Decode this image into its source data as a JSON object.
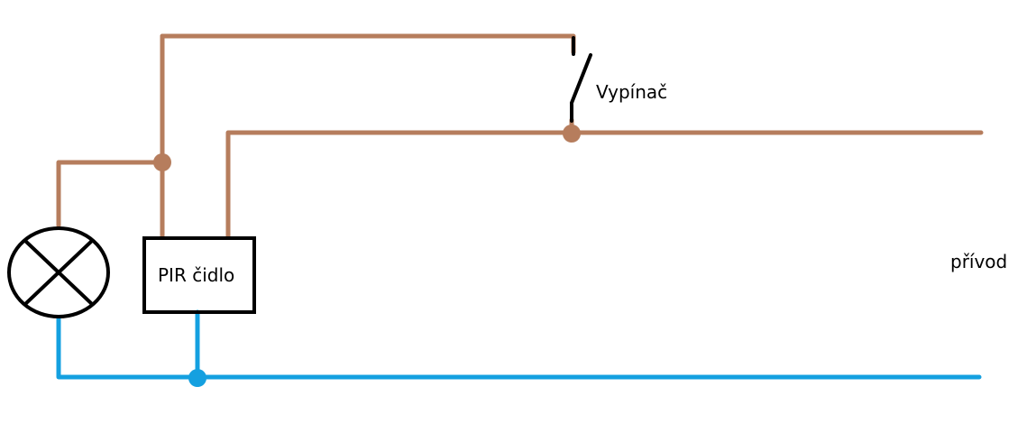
{
  "diagram": {
    "labels": {
      "switch": "Vypínač",
      "sensor": "PIR čidlo",
      "supply": "přívod"
    },
    "colors": {
      "phase_wire": "#b67d5d",
      "neutral_wire": "#14a0e0",
      "component_outline": "#000000",
      "background": "#ffffff"
    },
    "components": [
      "lamp",
      "pir-sensor",
      "switch",
      "supply"
    ]
  }
}
